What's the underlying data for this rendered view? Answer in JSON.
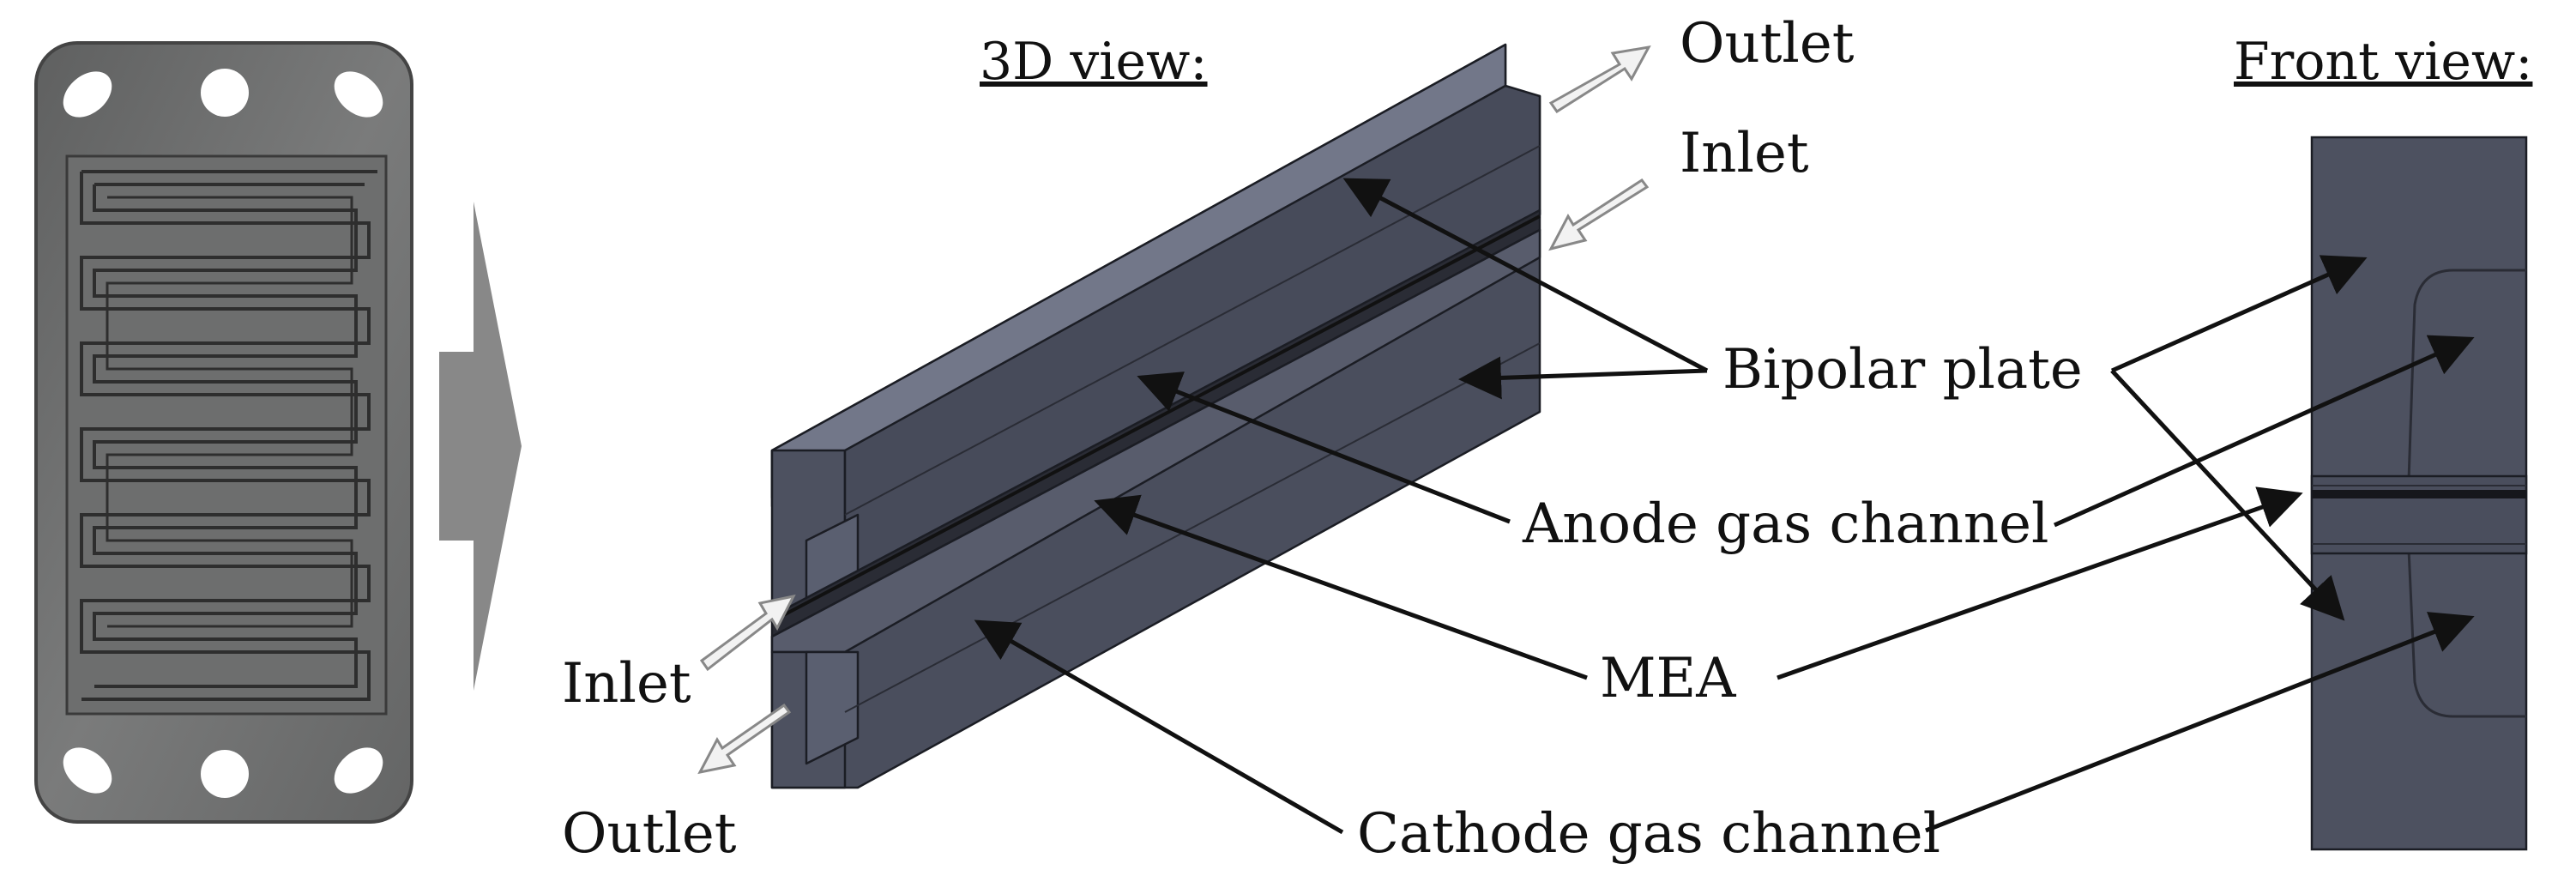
{
  "titles": {
    "view_3d": "3D view:",
    "view_front": "Front view:"
  },
  "labels": {
    "outlet_top": "Outlet",
    "inlet_top": "Inlet",
    "inlet_left": "Inlet",
    "outlet_bottom": "Outlet",
    "bipolar_plate": "Bipolar plate",
    "anode_gas_channel": "Anode gas channel",
    "mea": "MEA",
    "cathode_gas_channel": "Cathode gas channel"
  },
  "colors": {
    "plate_front": "#4d5160",
    "plate_side": "#3f4352",
    "plate_top": "#6e7386",
    "plate_photo": "#6f7070",
    "flow_arrow": "#f2f2f2",
    "big_arrow": "#888888",
    "line": "#111111"
  },
  "icons": {
    "big_arrow": "chevron-right-arrow",
    "flow_arrows": "hollow-flow-arrow"
  }
}
